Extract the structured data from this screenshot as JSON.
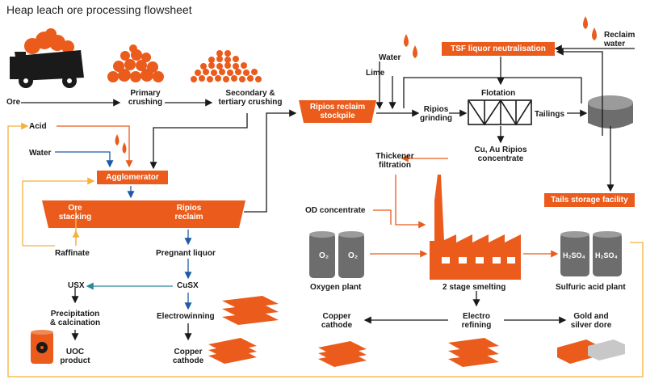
{
  "title": "Heap leach ore processing flowsheet",
  "labels": {
    "ore": "Ore",
    "primary_crushing": "Primary\ncrushing",
    "secondary_crushing": "Secondary &\ntertiary crushing",
    "acid": "Acid",
    "water_left": "Water",
    "agglomerator": "Agglomerator",
    "ore_stacking": "Ore\nstacking",
    "ripios_reclaim": "Ripios\nreclaim",
    "raffinate": "Raffinate",
    "pregnant_liquor": "Pregnant liquor",
    "usx": "USX",
    "cusx": "CuSX",
    "precipitation": "Precipitation\n& calcination",
    "electrowinning": "Electrowinning",
    "uoc_product": "UOC\nproduct",
    "copper_cathode_left": "Copper\ncathode",
    "ripios_stockpile": "Ripios reclaim\nstockpile",
    "water_top": "Water",
    "lime": "Lime",
    "ripios_grinding": "Ripios\ngrinding",
    "flotation": "Flotation",
    "tailings": "Tailings",
    "tsf_neutralisation": "TSF liquor neutralisation",
    "reclaim_water": "Reclaim\nwater",
    "thickener": "Thickener\nfiltration",
    "cu_au_concentrate": "Cu, Au Ripios\nconcentrate",
    "tails_storage": "Tails storage facility",
    "od_concentrate": "OD concentrate",
    "oxygen_plant": "Oxygen plant",
    "smelting": "2 stage smelting",
    "sulfuric_plant": "Sulfuric acid plant",
    "copper_cathode_right": "Copper\ncathode",
    "electro_refining": "Electro\nrefining",
    "gold_silver": "Gold and\nsilver dore",
    "o2_a": "O₂",
    "o2_b": "O₂",
    "h2so4_a": "H₂SO₄",
    "h2so4_b": "H₂SO₄"
  },
  "colors": {
    "accent": "#ea5b1c",
    "flow_dark": "#1a1a1a",
    "flow_orange": "#ea5b1c",
    "flow_yellow": "#f6b13c",
    "flow_blue": "#1c5aa6",
    "flow_teal": "#2b8a9a"
  }
}
